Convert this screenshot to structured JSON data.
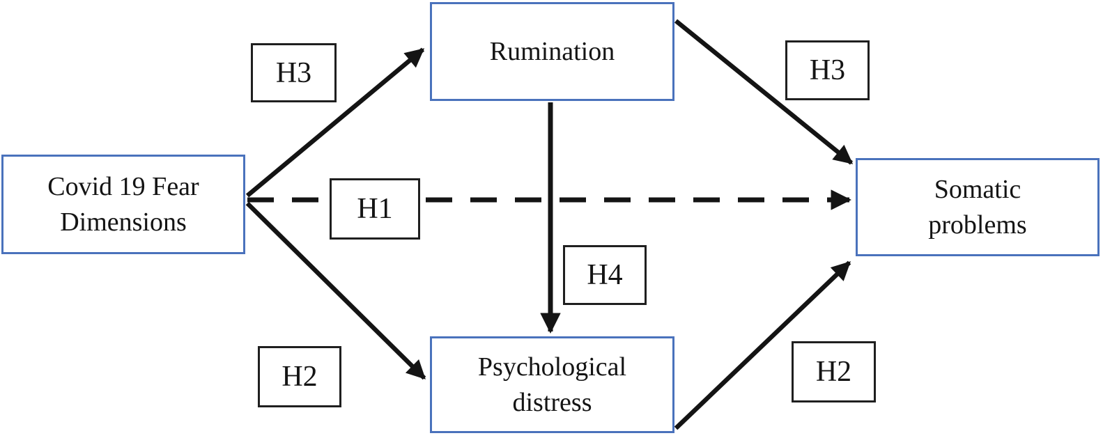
{
  "diagram": {
    "type": "hypothesis-path-model",
    "colors": {
      "background": "#ffffff",
      "node_border": "#4a72bc",
      "label_border": "#1f1f1f",
      "line": "#141414",
      "text": "#141414"
    },
    "nodes": {
      "covid_fear_dimensions": {
        "label": "Covid 19 Fear\nDimensions"
      },
      "rumination": {
        "label": "Rumination"
      },
      "psychological_distress": {
        "label": "Psychological\ndistress"
      },
      "somatic_problems": {
        "label": "Somatic\nproblems"
      }
    },
    "hypotheses": {
      "h3_upper_left": "H3",
      "h3_upper_right": "H3",
      "h1_center": "H1",
      "h4_center": "H4",
      "h2_lower_left": "H2",
      "h2_lower_right": "H2"
    },
    "edges": [
      {
        "from": "covid_fear_dimensions",
        "to": "rumination",
        "style": "solid",
        "label": "H3"
      },
      {
        "from": "rumination",
        "to": "somatic_problems",
        "style": "solid",
        "label": "H3"
      },
      {
        "from": "covid_fear_dimensions",
        "to": "somatic_problems",
        "style": "dashed",
        "label": "H1"
      },
      {
        "from": "rumination",
        "to": "psychological_distress",
        "style": "solid",
        "label": "H4"
      },
      {
        "from": "covid_fear_dimensions",
        "to": "psychological_distress",
        "style": "solid",
        "label": "H2"
      },
      {
        "from": "psychological_distress",
        "to": "somatic_problems",
        "style": "solid",
        "label": "H2"
      }
    ]
  }
}
